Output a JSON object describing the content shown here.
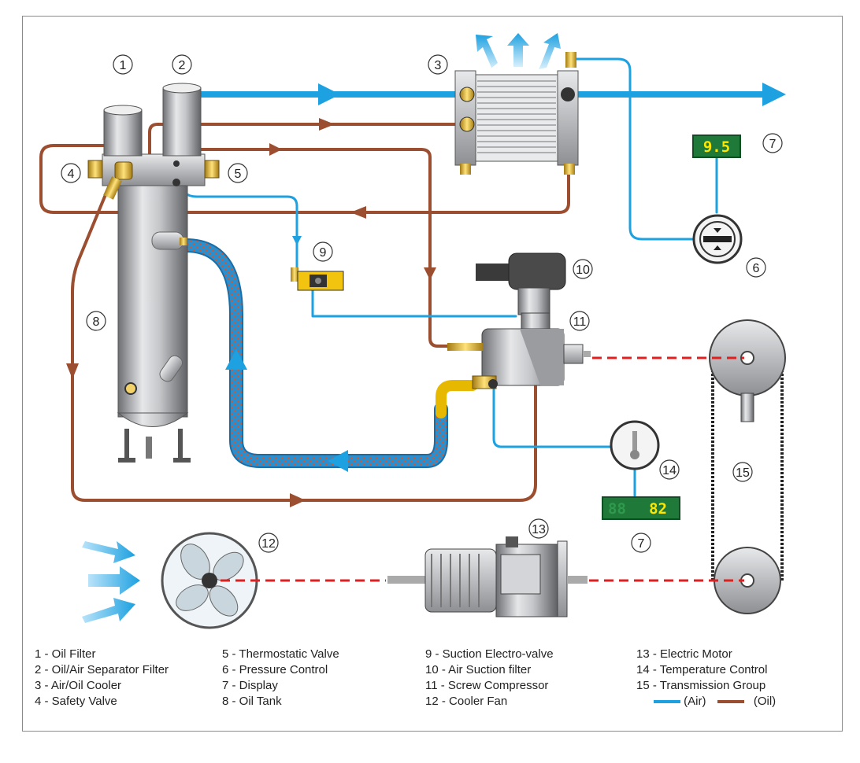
{
  "callouts": [
    "1",
    "2",
    "3",
    "4",
    "5",
    "6",
    "7",
    "7",
    "8",
    "9",
    "10",
    "11",
    "12",
    "13",
    "14",
    "15"
  ],
  "displays": {
    "pressure": "9.5",
    "temperature": "82"
  },
  "legend": {
    "col1": [
      "1 - Oil Filter",
      "2 - Oil/Air Separator Filter",
      "3 - Air/Oil Cooler",
      "4 - Safety Valve"
    ],
    "col2": [
      "5 - Thermostatic Valve",
      "6 - Pressure Control",
      "7 - Display",
      "8 - Oil Tank"
    ],
    "col3": [
      "9 - Suction Electro-valve",
      "10 - Air Suction filter",
      "11 - Screw Compressor",
      "12 - Cooler Fan"
    ],
    "col4": [
      "13 - Electric Motor",
      "14 - Temperature Control",
      "15 - Transmission Group"
    ],
    "key_air": "(Air)",
    "key_oil": "(Oil)"
  },
  "colors": {
    "air": "#1da1e0",
    "oil": "#9b4e30",
    "belt_link": "#e02020",
    "display_bg": "#1f7a3a",
    "display_text": "#ffe600"
  }
}
